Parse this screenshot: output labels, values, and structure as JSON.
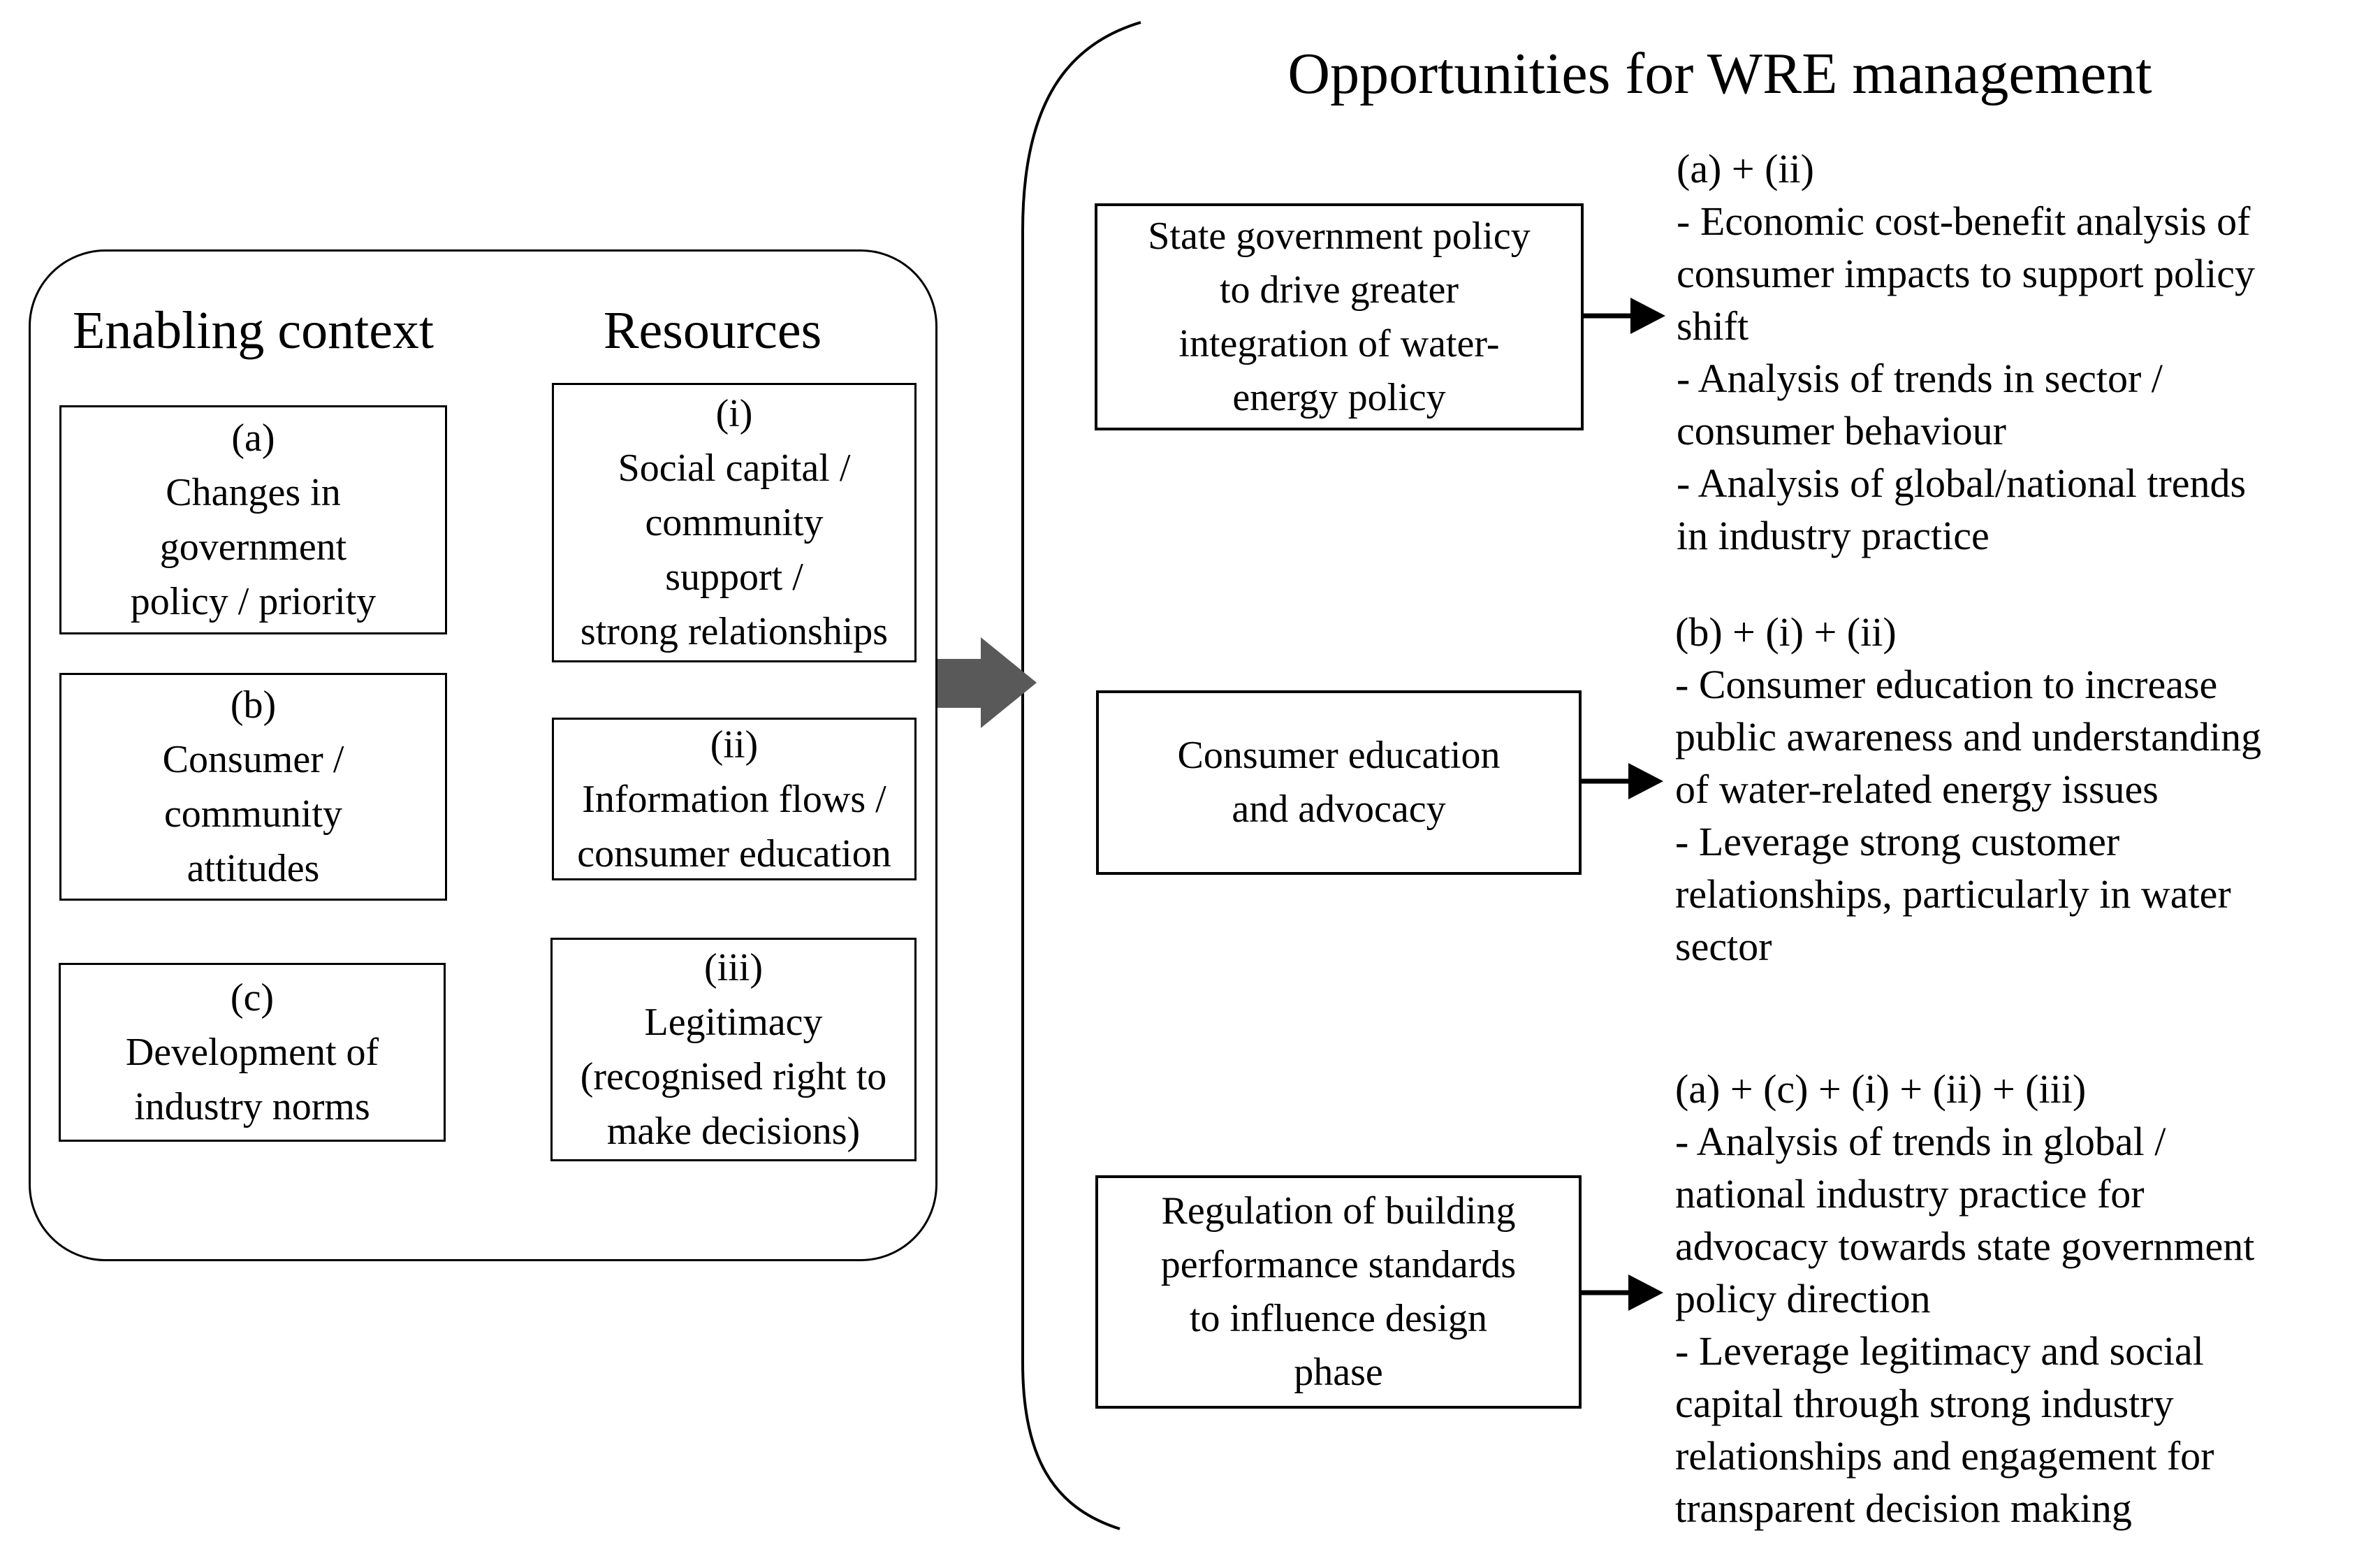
{
  "colors": {
    "background": "#ffffff",
    "ink": "#000000",
    "flow_arrow": "#595959"
  },
  "icons": {
    "flow_arrow": "gray right block arrow",
    "pointer_arrow": "black right arrow",
    "brace": "large left parenthesis grouping brace"
  },
  "left_panel": {
    "enabling_header": "Enabling context",
    "resources_header": "Resources",
    "enabling_boxes": [
      {
        "label": "(a)\nChanges in\ngovernment\npolicy / priority"
      },
      {
        "label": "(b)\nConsumer /\ncommunity\nattitudes"
      },
      {
        "label": "(c)\nDevelopment of\nindustry norms"
      }
    ],
    "resource_boxes": [
      {
        "label": "(i)\nSocial capital /\ncommunity\nsupport /\nstrong relationships"
      },
      {
        "label": "(ii)\nInformation flows /\nconsumer education"
      },
      {
        "label": "(iii)\nLegitimacy\n(recognised right to\nmake decisions)"
      }
    ]
  },
  "right_panel": {
    "title": "Opportunities for WRE management",
    "opportunities": [
      {
        "box_label": "State government policy\nto drive greater\nintegration of water-\nenergy policy",
        "notes": "(a) + (ii)\n- Economic cost-benefit analysis of\nconsumer impacts to support policy\nshift\n- Analysis of trends in sector /\nconsumer behaviour\n- Analysis of global/national trends\nin industry practice"
      },
      {
        "box_label": "Consumer education\nand advocacy",
        "notes": "(b) + (i) + (ii)\n- Consumer education to increase\npublic awareness and understanding\nof water-related energy issues\n- Leverage strong customer\nrelationships, particularly in water\nsector"
      },
      {
        "box_label": "Regulation of building\nperformance standards\nto influence design\nphase",
        "notes": "(a) + (c) + (i) + (ii) + (iii)\n- Analysis of trends in global /\nnational industry practice for\nadvocacy towards state government\npolicy direction\n- Leverage legitimacy and social\ncapital through strong industry\nrelationships and engagement for\ntransparent decision making"
      }
    ]
  }
}
